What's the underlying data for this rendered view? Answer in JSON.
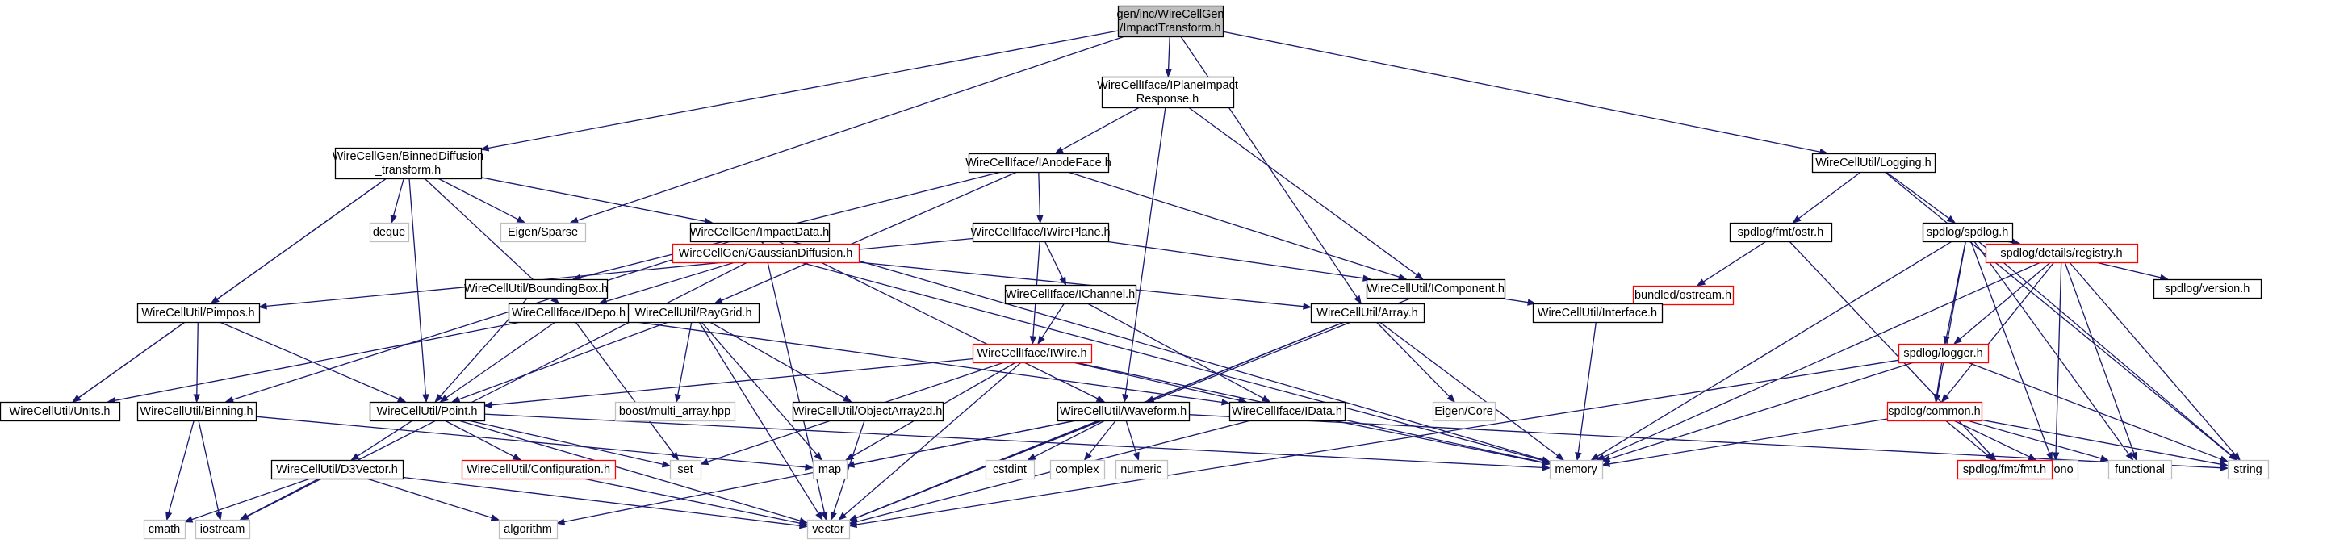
{
  "colors": {
    "edge": "#191970",
    "node_default_border": "#000000",
    "node_missing_border": "#bfbfbf",
    "node_incomplete_border": "#ff0000",
    "node_root_fill": "#bfbfbf",
    "node_fill": "#ffffff"
  },
  "nodes": [
    {
      "id": "impact_transform",
      "lines": [
        "gen/inc/WireCellGen",
        "/ImpactTransform.h"
      ],
      "style": "root"
    },
    {
      "id": "binned_diffusion",
      "lines": [
        "WireCellGen/BinnedDiffusion",
        "_transform.h"
      ],
      "style": "normal"
    },
    {
      "id": "iplane_impact",
      "lines": [
        "WireCellIface/IPlaneImpact",
        "Response.h"
      ],
      "style": "normal"
    },
    {
      "id": "logging",
      "lines": [
        "WireCellUtil/Logging.h"
      ],
      "style": "normal"
    },
    {
      "id": "deque",
      "lines": [
        "deque"
      ],
      "style": "missing"
    },
    {
      "id": "eigen_sparse",
      "lines": [
        "Eigen/Sparse"
      ],
      "style": "missing"
    },
    {
      "id": "impact_data",
      "lines": [
        "WireCellGen/ImpactData.h"
      ],
      "style": "normal"
    },
    {
      "id": "ianode_face",
      "lines": [
        "WireCellIface/IAnodeFace.h"
      ],
      "style": "normal"
    },
    {
      "id": "iwire_plane",
      "lines": [
        "WireCellIface/IWirePlane.h"
      ],
      "style": "normal"
    },
    {
      "id": "fmt_ostr",
      "lines": [
        "spdlog/fmt/ostr.h"
      ],
      "style": "normal"
    },
    {
      "id": "spdlog_h",
      "lines": [
        "spdlog/spdlog.h"
      ],
      "style": "normal"
    },
    {
      "id": "bounding_box",
      "lines": [
        "WireCellUtil/BoundingBox.h"
      ],
      "style": "normal"
    },
    {
      "id": "gaussian_diffusion",
      "lines": [
        "WireCellGen/GaussianDiffusion.h"
      ],
      "style": "incomplete"
    },
    {
      "id": "ichannel",
      "lines": [
        "WireCellIface/IChannel.h"
      ],
      "style": "normal"
    },
    {
      "id": "icomponent",
      "lines": [
        "WireCellUtil/IComponent.h"
      ],
      "style": "normal"
    },
    {
      "id": "bundled_ostream",
      "lines": [
        "bundled/ostream.h"
      ],
      "style": "incomplete"
    },
    {
      "id": "registry",
      "lines": [
        "spdlog/details/registry.h"
      ],
      "style": "incomplete"
    },
    {
      "id": "spdlog_version",
      "lines": [
        "spdlog/version.h"
      ],
      "style": "normal"
    },
    {
      "id": "pimpos",
      "lines": [
        "WireCellUtil/Pimpos.h"
      ],
      "style": "normal"
    },
    {
      "id": "idepo",
      "lines": [
        "WireCellIface/IDepo.h"
      ],
      "style": "normal"
    },
    {
      "id": "raygrid",
      "lines": [
        "WireCellUtil/RayGrid.h"
      ],
      "style": "normal"
    },
    {
      "id": "iwire",
      "lines": [
        "WireCellIface/IWire.h"
      ],
      "style": "incomplete"
    },
    {
      "id": "array",
      "lines": [
        "WireCellUtil/Array.h"
      ],
      "style": "normal"
    },
    {
      "id": "interface",
      "lines": [
        "WireCellUtil/Interface.h"
      ],
      "style": "normal"
    },
    {
      "id": "logger",
      "lines": [
        "spdlog/logger.h"
      ],
      "style": "incomplete"
    },
    {
      "id": "units",
      "lines": [
        "WireCellUtil/Units.h"
      ],
      "style": "normal"
    },
    {
      "id": "binning",
      "lines": [
        "WireCellUtil/Binning.h"
      ],
      "style": "normal"
    },
    {
      "id": "point",
      "lines": [
        "WireCellUtil/Point.h"
      ],
      "style": "normal"
    },
    {
      "id": "multi_array",
      "lines": [
        "boost/multi_array.hpp"
      ],
      "style": "missing"
    },
    {
      "id": "object_array2d",
      "lines": [
        "WireCellUtil/ObjectArray2d.h"
      ],
      "style": "normal"
    },
    {
      "id": "waveform",
      "lines": [
        "WireCellUtil/Waveform.h"
      ],
      "style": "normal"
    },
    {
      "id": "idata",
      "lines": [
        "WireCellIface/IData.h"
      ],
      "style": "normal"
    },
    {
      "id": "eigen_core",
      "lines": [
        "Eigen/Core"
      ],
      "style": "missing"
    },
    {
      "id": "spdlog_common",
      "lines": [
        "spdlog/common.h"
      ],
      "style": "incomplete"
    },
    {
      "id": "d3vector",
      "lines": [
        "WireCellUtil/D3Vector.h"
      ],
      "style": "normal"
    },
    {
      "id": "configuration",
      "lines": [
        "WireCellUtil/Configuration.h"
      ],
      "style": "incomplete"
    },
    {
      "id": "set",
      "lines": [
        "set"
      ],
      "style": "missing"
    },
    {
      "id": "map",
      "lines": [
        "map"
      ],
      "style": "missing"
    },
    {
      "id": "cstdint",
      "lines": [
        "cstdint"
      ],
      "style": "missing"
    },
    {
      "id": "complex",
      "lines": [
        "complex"
      ],
      "style": "missing"
    },
    {
      "id": "numeric",
      "lines": [
        "numeric"
      ],
      "style": "missing"
    },
    {
      "id": "memory",
      "lines": [
        "memory"
      ],
      "style": "missing"
    },
    {
      "id": "chrono",
      "lines": [
        "chrono"
      ],
      "style": "missing"
    },
    {
      "id": "functional",
      "lines": [
        "functional"
      ],
      "style": "missing"
    },
    {
      "id": "string",
      "lines": [
        "string"
      ],
      "style": "missing"
    },
    {
      "id": "fmt_fmt",
      "lines": [
        "spdlog/fmt/fmt.h"
      ],
      "style": "incomplete"
    },
    {
      "id": "cmath",
      "lines": [
        "cmath"
      ],
      "style": "missing"
    },
    {
      "id": "iostream",
      "lines": [
        "iostream"
      ],
      "style": "missing"
    },
    {
      "id": "algorithm",
      "lines": [
        "algorithm"
      ],
      "style": "missing"
    },
    {
      "id": "vector",
      "lines": [
        "vector"
      ],
      "style": "missing"
    }
  ],
  "edges": [
    [
      "impact_transform",
      "binned_diffusion"
    ],
    [
      "impact_transform",
      "iplane_impact"
    ],
    [
      "impact_transform",
      "logging"
    ],
    [
      "impact_transform",
      "eigen_sparse"
    ],
    [
      "impact_transform",
      "array"
    ],
    [
      "binned_diffusion",
      "deque"
    ],
    [
      "binned_diffusion",
      "eigen_sparse"
    ],
    [
      "binned_diffusion",
      "impact_data"
    ],
    [
      "binned_diffusion",
      "pimpos"
    ],
    [
      "binned_diffusion",
      "idepo"
    ],
    [
      "binned_diffusion",
      "units"
    ],
    [
      "binned_diffusion",
      "point"
    ],
    [
      "iplane_impact",
      "ianode_face"
    ],
    [
      "iplane_impact",
      "icomponent"
    ],
    [
      "iplane_impact",
      "waveform"
    ],
    [
      "logging",
      "fmt_ostr"
    ],
    [
      "logging",
      "spdlog_h"
    ],
    [
      "logging",
      "string"
    ],
    [
      "impact_data",
      "gaussian_diffusion"
    ],
    [
      "impact_data",
      "waveform"
    ],
    [
      "impact_data",
      "memory"
    ],
    [
      "impact_data",
      "binning"
    ],
    [
      "ianode_face",
      "iwire_plane"
    ],
    [
      "ianode_face",
      "bounding_box"
    ],
    [
      "ianode_face",
      "icomponent"
    ],
    [
      "ianode_face",
      "raygrid"
    ],
    [
      "iwire_plane",
      "ichannel"
    ],
    [
      "iwire_plane",
      "iwire"
    ],
    [
      "iwire_plane",
      "icomponent"
    ],
    [
      "iwire_plane",
      "pimpos"
    ],
    [
      "fmt_ostr",
      "bundled_ostream"
    ],
    [
      "fmt_ostr",
      "fmt_fmt"
    ],
    [
      "spdlog_h",
      "registry"
    ],
    [
      "spdlog_h",
      "spdlog_version"
    ],
    [
      "spdlog_h",
      "logger"
    ],
    [
      "spdlog_h",
      "spdlog_common"
    ],
    [
      "spdlog_h",
      "chrono"
    ],
    [
      "spdlog_h",
      "functional"
    ],
    [
      "spdlog_h",
      "string"
    ],
    [
      "spdlog_h",
      "memory"
    ],
    [
      "bounding_box",
      "point"
    ],
    [
      "gaussian_diffusion",
      "idepo"
    ],
    [
      "gaussian_diffusion",
      "array"
    ],
    [
      "gaussian_diffusion",
      "memory"
    ],
    [
      "gaussian_diffusion",
      "iostream"
    ],
    [
      "gaussian_diffusion",
      "vector"
    ],
    [
      "ichannel",
      "iwire"
    ],
    [
      "ichannel",
      "idata"
    ],
    [
      "icomponent",
      "interface"
    ],
    [
      "icomponent",
      "vector"
    ],
    [
      "registry",
      "logger"
    ],
    [
      "registry",
      "spdlog_common"
    ],
    [
      "registry",
      "chrono"
    ],
    [
      "registry",
      "functional"
    ],
    [
      "registry",
      "string"
    ],
    [
      "registry",
      "memory"
    ],
    [
      "pimpos",
      "units"
    ],
    [
      "pimpos",
      "binning"
    ],
    [
      "pimpos",
      "point"
    ],
    [
      "idepo",
      "idata"
    ],
    [
      "idepo",
      "point"
    ],
    [
      "idepo",
      "set"
    ],
    [
      "idepo",
      "units"
    ],
    [
      "raygrid",
      "point"
    ],
    [
      "raygrid",
      "multi_array"
    ],
    [
      "raygrid",
      "object_array2d"
    ],
    [
      "raygrid",
      "map"
    ],
    [
      "raygrid",
      "vector"
    ],
    [
      "iwire",
      "point"
    ],
    [
      "iwire",
      "idata"
    ],
    [
      "iwire",
      "set"
    ],
    [
      "iwire",
      "map"
    ],
    [
      "iwire",
      "vector"
    ],
    [
      "iwire",
      "memory"
    ],
    [
      "array",
      "waveform"
    ],
    [
      "array",
      "eigen_core"
    ],
    [
      "array",
      "memory"
    ],
    [
      "array",
      "vector"
    ],
    [
      "interface",
      "memory"
    ],
    [
      "logger",
      "spdlog_common"
    ],
    [
      "logger",
      "memory"
    ],
    [
      "logger",
      "string"
    ],
    [
      "logger",
      "vector"
    ],
    [
      "binning",
      "cmath"
    ],
    [
      "binning",
      "iostream"
    ],
    [
      "binning",
      "map"
    ],
    [
      "point",
      "d3vector"
    ],
    [
      "point",
      "configuration"
    ],
    [
      "point",
      "set"
    ],
    [
      "point",
      "vector"
    ],
    [
      "point",
      "memory"
    ],
    [
      "object_array2d",
      "vector"
    ],
    [
      "waveform",
      "map"
    ],
    [
      "waveform",
      "cstdint"
    ],
    [
      "waveform",
      "complex"
    ],
    [
      "waveform",
      "numeric"
    ],
    [
      "waveform",
      "algorithm"
    ],
    [
      "waveform",
      "vector"
    ],
    [
      "waveform",
      "string"
    ],
    [
      "idata",
      "memory"
    ],
    [
      "idata",
      "vector"
    ],
    [
      "spdlog_common",
      "memory"
    ],
    [
      "spdlog_common",
      "chrono"
    ],
    [
      "spdlog_common",
      "functional"
    ],
    [
      "spdlog_common",
      "string"
    ],
    [
      "spdlog_common",
      "fmt_fmt"
    ],
    [
      "d3vector",
      "cmath"
    ],
    [
      "d3vector",
      "iostream"
    ],
    [
      "d3vector",
      "algorithm"
    ],
    [
      "d3vector",
      "vector"
    ],
    [
      "configuration",
      "vector"
    ]
  ]
}
